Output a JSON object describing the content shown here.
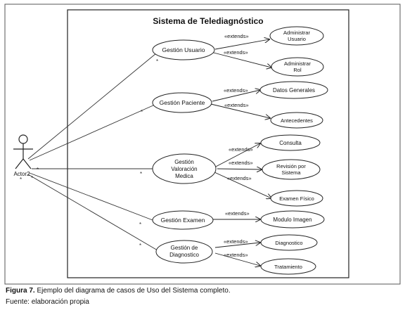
{
  "diagram": {
    "system_title": "Sistema de Telediagnóstico",
    "actor": "Actor2",
    "use_cases": {
      "gestion_usuario": "Gestión Usuario",
      "gestion_paciente": "Gestión Paciente",
      "gestion_valoracion_l1": "Gestión",
      "gestion_valoracion_l2": "Valoración",
      "gestion_valoracion_l3": "Medica",
      "gestion_examen": "Gestión Examen",
      "gestion_diagnostico_l1": "Gestión de",
      "gestion_diagnostico_l2": "Diagnostico",
      "administrar_usuario_l1": "Administrar",
      "administrar_usuario_l2": "Usuario",
      "administrar_rol_l1": "Administrar",
      "administrar_rol_l2": "Rol",
      "datos_generales": "Datos Generales",
      "antecedentes": "Antecedentes",
      "consulta": "Consulta",
      "revision_l1": "Revisión por",
      "revision_l2": "Sistema",
      "examen_fisico": "Examen Físico",
      "modulo_imagen": "Modulo Imagen",
      "diagnostico": "Diagnostico",
      "tratamiento": "Tratamiento"
    },
    "extends_label": "«extends»",
    "multiplicity": "*"
  },
  "caption": {
    "label": "Figura 7.",
    "text": " Ejemplo del diagrama de casos de Uso del Sistema completo.",
    "source": "Fuente: elaboración propia"
  }
}
